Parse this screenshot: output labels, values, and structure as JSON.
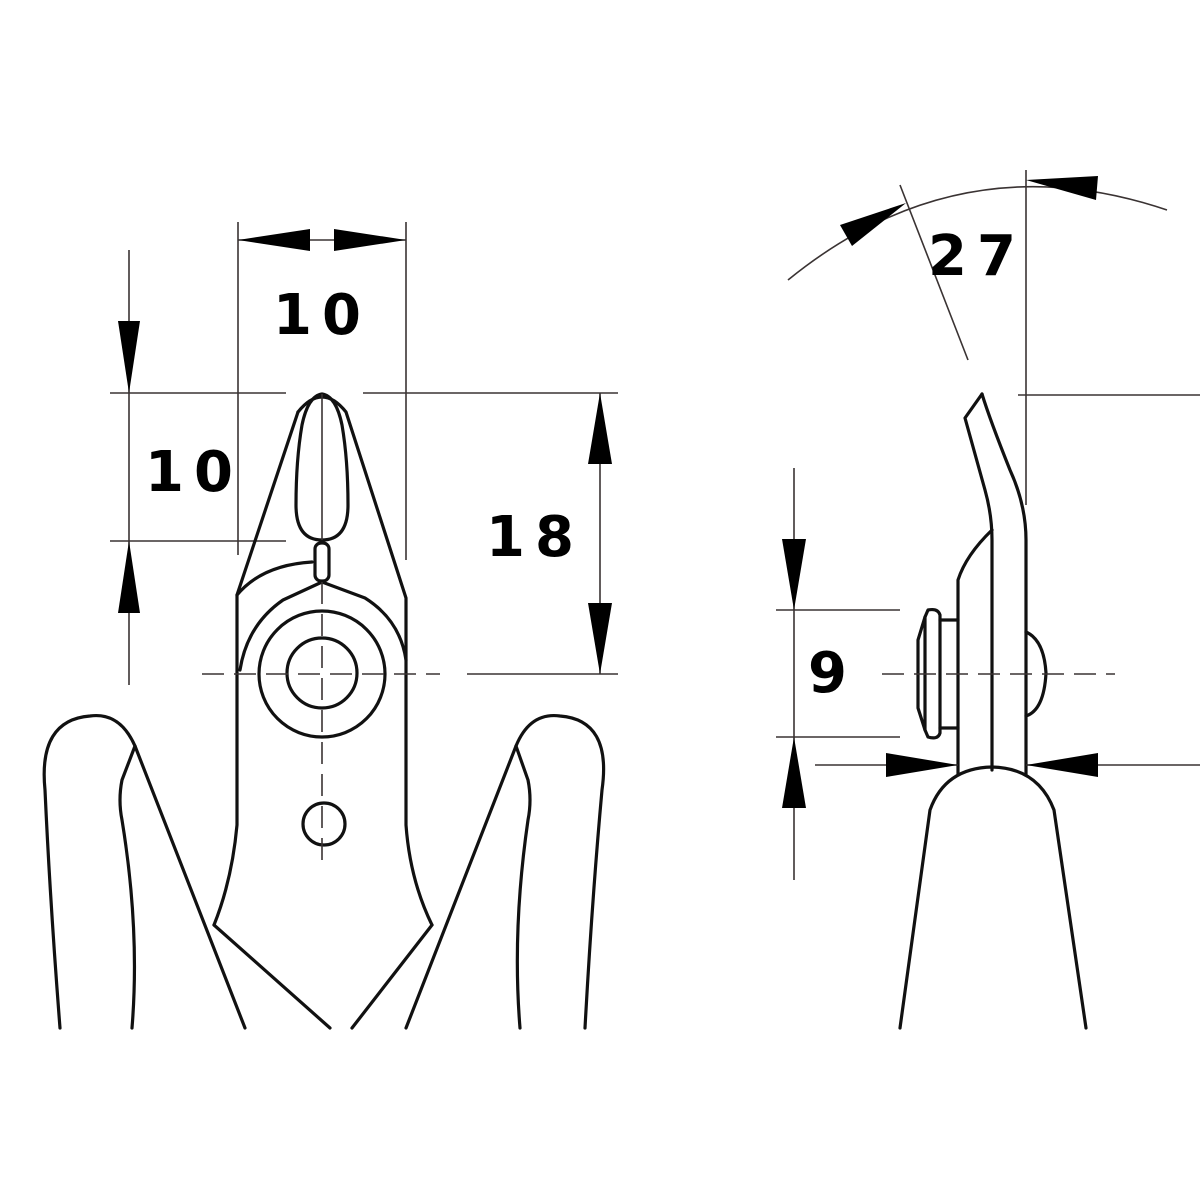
{
  "drawing": {
    "subject": "cutting pliers technical drawing",
    "views": [
      "front view",
      "side view"
    ],
    "line_color": "#111111",
    "background": "#ffffff"
  },
  "dimensions": {
    "jaw_width": "10",
    "tip_length": "10",
    "head_to_pivot": "18",
    "pivot_thickness": "9",
    "angle": "27"
  }
}
